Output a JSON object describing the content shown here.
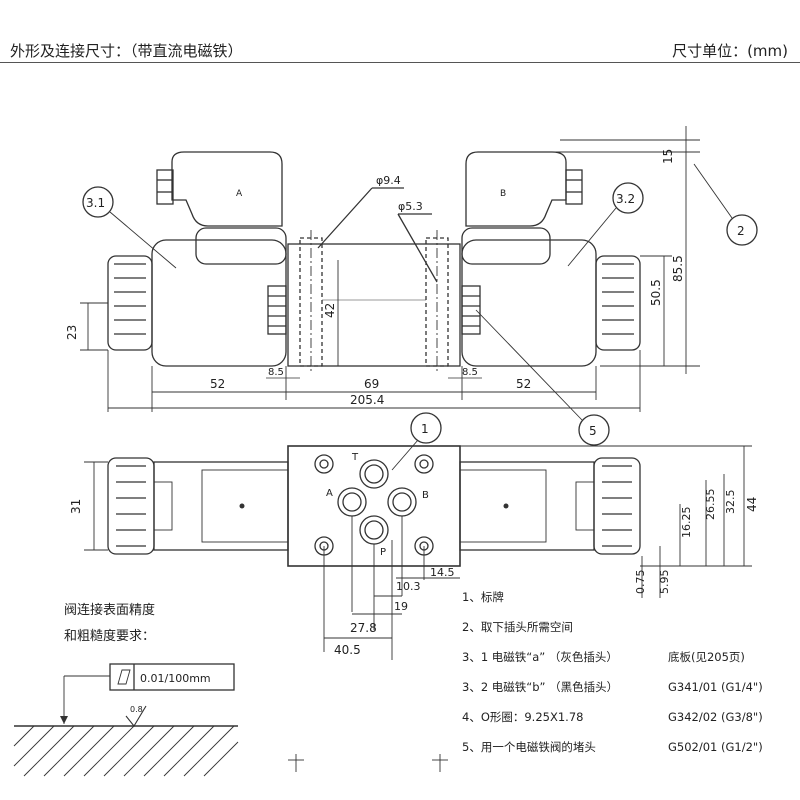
{
  "header": {
    "title": "外形及连接尺寸：（带直流电磁铁）",
    "unit": "尺寸单位：(mm)"
  },
  "balloons": {
    "b31": "3.1",
    "b32": "3.2",
    "b2": "2",
    "b5": "5",
    "b1": "1"
  },
  "top_view": {
    "coil_a": "A",
    "coil_b": "B",
    "phi94": "φ9.4",
    "phi53": "φ5.3",
    "d15": "15",
    "d855": "85.5",
    "d505": "50.5",
    "d42": "42",
    "d23": "23",
    "d52l": "52",
    "d69": "69",
    "d52r": "52",
    "d85l": "8.5",
    "d85r": "8.5",
    "d2054": "205.4"
  },
  "bottom_view": {
    "port_t": "T",
    "port_a": "A",
    "port_b": "B",
    "port_p": "P",
    "d31": "31",
    "d44": "44",
    "d325": "32.5",
    "d2655": "26.55",
    "d1625": "16.25",
    "d075": "0.75",
    "d595": "5.95",
    "d103": "10.3",
    "d145": "14.5",
    "d19": "19",
    "d278": "27.8",
    "d405": "40.5"
  },
  "roughness": {
    "line1": "阀连接表面精度",
    "line2": "和粗糙度要求：",
    "flatness": "0.01/100mm",
    "ra": "0.8"
  },
  "legend": [
    {
      "label": "1、标牌",
      "part": ""
    },
    {
      "label": "2、取下插头所需空间",
      "part": ""
    },
    {
      "label": "3、1 电磁铁“a” （灰色插头）",
      "part": "底板(见205页)"
    },
    {
      "label": "3、2 电磁铁“b” （黑色插头）",
      "part": "G341/01 (G1/4\")"
    },
    {
      "label": "4、O形圈：9.25X1.78",
      "part": "G342/02 (G3/8\")"
    },
    {
      "label": "5、用一个电磁铁阀的堵头",
      "part": "G502/01 (G1/2\")"
    }
  ]
}
